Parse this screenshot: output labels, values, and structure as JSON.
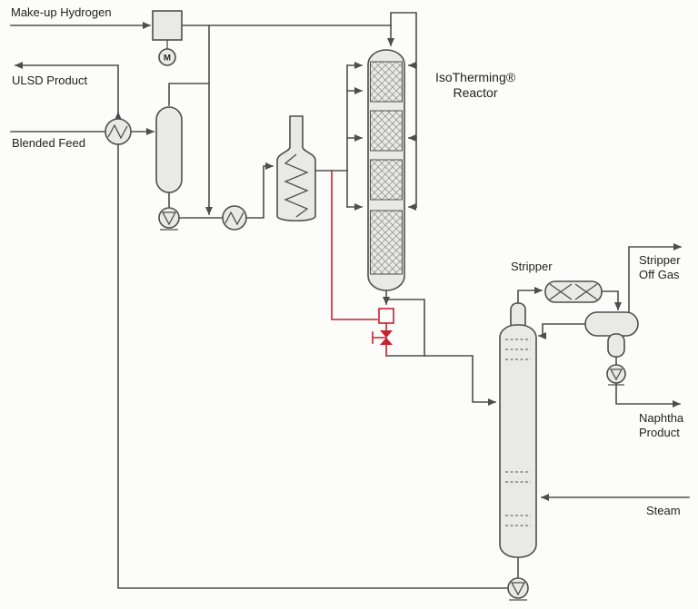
{
  "colors": {
    "line-color": "#4e4e4c",
    "accent-red": "#c8202c",
    "equipment-fill": "#e9e9e6",
    "hatch-color": "#9b9b98",
    "background": "#fcfcfa",
    "text-color": "#1f1f1f"
  },
  "labels": {
    "makeup_hydrogen": "Make-up Hydrogen",
    "ulsd_product": "ULSD Product",
    "blended_feed": "Blended Feed",
    "reactor_line1": "IsoTherming®",
    "reactor_line2": "Reactor",
    "stripper": "Stripper",
    "off_gas_line1": "Stripper",
    "off_gas_line2": "Off Gas",
    "naphtha_line1": "Naphtha",
    "naphtha_line2": "Product",
    "steam": "Steam",
    "motor": "M"
  }
}
